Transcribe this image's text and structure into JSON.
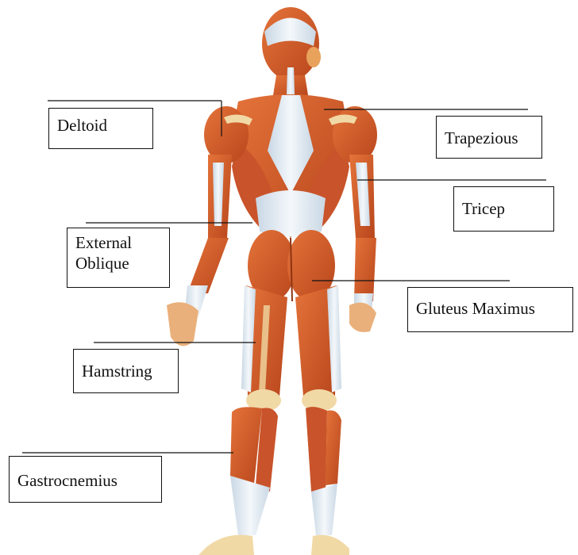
{
  "labels": {
    "deltoid": "Deltoid",
    "trapezious": "Trapezious",
    "tricep": "Tricep",
    "external_oblique_line1": "External",
    "external_oblique_line2": "Oblique",
    "gluteus_maximus": "Gluteus Maximus",
    "hamstring": "Hamstring",
    "gastrocnemius": "Gastrocnemius"
  },
  "colors": {
    "muscle": "#d9612c",
    "muscle_dark": "#b8461c",
    "tendon": "#e6eef5",
    "tendon_shadow": "#b9c9d8",
    "leader_line": "#111111"
  }
}
